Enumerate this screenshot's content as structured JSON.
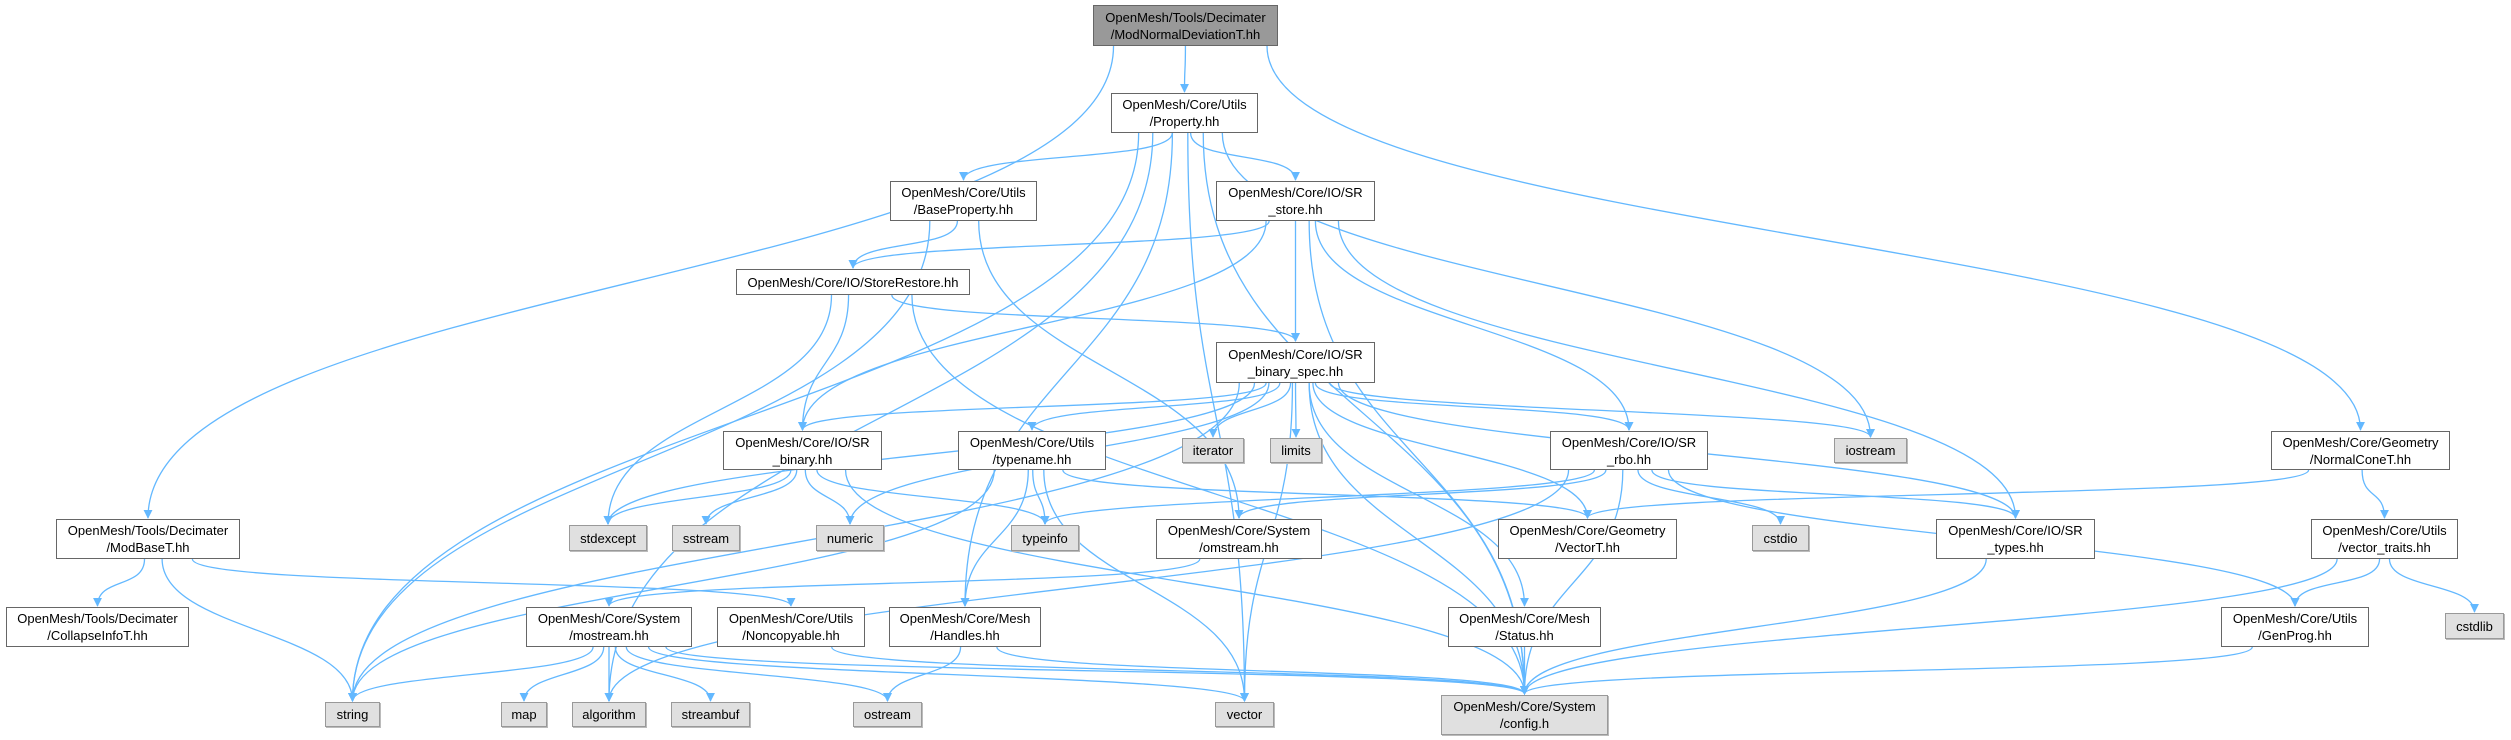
{
  "colors": {
    "edge": "#63b8ff",
    "root_fill": "#999999",
    "system_fill": "#e0e0e0",
    "node_fill": "#ffffff"
  },
  "nodes": [
    {
      "id": "root",
      "kind": "root",
      "lines": [
        "OpenMesh/Tools/Decimater",
        "/ModNormalDeviationT.hh"
      ]
    },
    {
      "id": "property",
      "kind": "file",
      "lines": [
        "OpenMesh/Core/Utils",
        "/Property.hh"
      ]
    },
    {
      "id": "baseproperty",
      "kind": "file",
      "lines": [
        "OpenMesh/Core/Utils",
        "/BaseProperty.hh"
      ]
    },
    {
      "id": "sr_store",
      "kind": "file",
      "lines": [
        "OpenMesh/Core/IO/SR",
        "_store.hh"
      ]
    },
    {
      "id": "storerestore",
      "kind": "file",
      "lines": [
        "OpenMesh/Core/IO/StoreRestore.hh"
      ]
    },
    {
      "id": "sr_binary_spec",
      "kind": "file",
      "lines": [
        "OpenMesh/Core/IO/SR",
        "_binary_spec.hh"
      ]
    },
    {
      "id": "sr_binary",
      "kind": "file",
      "lines": [
        "OpenMesh/Core/IO/SR",
        "_binary.hh"
      ]
    },
    {
      "id": "typename",
      "kind": "file",
      "lines": [
        "OpenMesh/Core/Utils",
        "/typename.hh"
      ]
    },
    {
      "id": "iterator",
      "kind": "sys",
      "lines": [
        "iterator"
      ]
    },
    {
      "id": "limits",
      "kind": "sys",
      "lines": [
        "limits"
      ]
    },
    {
      "id": "sr_rbo",
      "kind": "file",
      "lines": [
        "OpenMesh/Core/IO/SR",
        "_rbo.hh"
      ]
    },
    {
      "id": "iostream",
      "kind": "sys",
      "lines": [
        "iostream"
      ]
    },
    {
      "id": "normalcone",
      "kind": "file",
      "lines": [
        "OpenMesh/Core/Geometry",
        "/NormalConeT.hh"
      ]
    },
    {
      "id": "modbase",
      "kind": "file",
      "lines": [
        "OpenMesh/Tools/Decimater",
        "/ModBaseT.hh"
      ]
    },
    {
      "id": "stdexcept",
      "kind": "sys",
      "lines": [
        "stdexcept"
      ]
    },
    {
      "id": "sstream",
      "kind": "sys",
      "lines": [
        "sstream"
      ]
    },
    {
      "id": "numeric",
      "kind": "sys",
      "lines": [
        "numeric"
      ]
    },
    {
      "id": "typeinfo",
      "kind": "sys",
      "lines": [
        "typeinfo"
      ]
    },
    {
      "id": "omstream",
      "kind": "file",
      "lines": [
        "OpenMesh/Core/System",
        "/omstream.hh"
      ]
    },
    {
      "id": "vectort",
      "kind": "file",
      "lines": [
        "OpenMesh/Core/Geometry",
        "/VectorT.hh"
      ]
    },
    {
      "id": "cstdio",
      "kind": "sys",
      "lines": [
        "cstdio"
      ]
    },
    {
      "id": "sr_types",
      "kind": "file",
      "lines": [
        "OpenMesh/Core/IO/SR",
        "_types.hh"
      ]
    },
    {
      "id": "vector_traits",
      "kind": "file",
      "lines": [
        "OpenMesh/Core/Utils",
        "/vector_traits.hh"
      ]
    },
    {
      "id": "collapseinfo",
      "kind": "file",
      "lines": [
        "OpenMesh/Tools/Decimater",
        "/CollapseInfoT.hh"
      ]
    },
    {
      "id": "mostream",
      "kind": "file",
      "lines": [
        "OpenMesh/Core/System",
        "/mostream.hh"
      ]
    },
    {
      "id": "noncopyable",
      "kind": "file",
      "lines": [
        "OpenMesh/Core/Utils",
        "/Noncopyable.hh"
      ]
    },
    {
      "id": "handles",
      "kind": "file",
      "lines": [
        "OpenMesh/Core/Mesh",
        "/Handles.hh"
      ]
    },
    {
      "id": "status",
      "kind": "file",
      "lines": [
        "OpenMesh/Core/Mesh",
        "/Status.hh"
      ]
    },
    {
      "id": "genprog",
      "kind": "file",
      "lines": [
        "OpenMesh/Core/Utils",
        "/GenProg.hh"
      ]
    },
    {
      "id": "cstdlib",
      "kind": "sys",
      "lines": [
        "cstdlib"
      ]
    },
    {
      "id": "string",
      "kind": "sys",
      "lines": [
        "string"
      ]
    },
    {
      "id": "map",
      "kind": "sys",
      "lines": [
        "map"
      ]
    },
    {
      "id": "algorithm",
      "kind": "sys",
      "lines": [
        "algorithm"
      ]
    },
    {
      "id": "streambuf",
      "kind": "sys",
      "lines": [
        "streambuf"
      ]
    },
    {
      "id": "ostream",
      "kind": "sys",
      "lines": [
        "ostream"
      ]
    },
    {
      "id": "vector",
      "kind": "sys",
      "lines": [
        "vector"
      ]
    },
    {
      "id": "config",
      "kind": "sys",
      "lines": [
        "OpenMesh/Core/System",
        "/config.h"
      ]
    }
  ],
  "edges": [
    [
      "root",
      "property"
    ],
    [
      "root",
      "modbase"
    ],
    [
      "root",
      "normalcone"
    ],
    [
      "property",
      "baseproperty"
    ],
    [
      "property",
      "sr_store"
    ],
    [
      "property",
      "string"
    ],
    [
      "property",
      "algorithm"
    ],
    [
      "property",
      "handles"
    ],
    [
      "property",
      "iostream"
    ],
    [
      "property",
      "vector"
    ],
    [
      "property",
      "config"
    ],
    [
      "baseproperty",
      "storerestore"
    ],
    [
      "baseproperty",
      "string"
    ],
    [
      "baseproperty",
      "omstream"
    ],
    [
      "sr_store",
      "storerestore"
    ],
    [
      "sr_store",
      "sr_binary_spec"
    ],
    [
      "sr_store",
      "sr_binary"
    ],
    [
      "sr_store",
      "sr_rbo"
    ],
    [
      "sr_store",
      "sr_types"
    ],
    [
      "sr_store",
      "config"
    ],
    [
      "storerestore",
      "sr_binary_spec"
    ],
    [
      "storerestore",
      "sr_binary"
    ],
    [
      "storerestore",
      "stdexcept"
    ],
    [
      "storerestore",
      "config"
    ],
    [
      "sr_binary_spec",
      "sr_binary"
    ],
    [
      "sr_binary_spec",
      "typename"
    ],
    [
      "sr_binary_spec",
      "iterator"
    ],
    [
      "sr_binary_spec",
      "limits"
    ],
    [
      "sr_binary_spec",
      "iostream"
    ],
    [
      "sr_binary_spec",
      "sr_rbo"
    ],
    [
      "sr_binary_spec",
      "vectort"
    ],
    [
      "sr_binary_spec",
      "status"
    ],
    [
      "sr_binary_spec",
      "config"
    ],
    [
      "sr_binary_spec",
      "vector"
    ],
    [
      "sr_binary_spec",
      "string"
    ],
    [
      "sr_binary_spec",
      "stdexcept"
    ],
    [
      "sr_binary_spec",
      "numeric"
    ],
    [
      "sr_binary_spec",
      "sr_types"
    ],
    [
      "sr_binary",
      "stdexcept"
    ],
    [
      "sr_binary",
      "sstream"
    ],
    [
      "sr_binary",
      "numeric"
    ],
    [
      "sr_binary",
      "typeinfo"
    ],
    [
      "sr_binary",
      "config"
    ],
    [
      "typename",
      "typeinfo"
    ],
    [
      "typename",
      "handles"
    ],
    [
      "typename",
      "vector"
    ],
    [
      "typename",
      "string"
    ],
    [
      "typename",
      "vectort"
    ],
    [
      "sr_rbo",
      "typeinfo"
    ],
    [
      "sr_rbo",
      "omstream"
    ],
    [
      "sr_rbo",
      "cstdio"
    ],
    [
      "sr_rbo",
      "sr_types"
    ],
    [
      "sr_rbo",
      "genprog"
    ],
    [
      "sr_rbo",
      "config"
    ],
    [
      "sr_rbo",
      "algorithm"
    ],
    [
      "omstream",
      "mostream"
    ],
    [
      "modbase",
      "collapseinfo"
    ],
    [
      "modbase",
      "string"
    ],
    [
      "modbase",
      "noncopyable"
    ],
    [
      "normalcone",
      "vectort"
    ],
    [
      "normalcone",
      "vector_traits"
    ],
    [
      "vector_traits",
      "genprog"
    ],
    [
      "vector_traits",
      "cstdlib"
    ],
    [
      "vector_traits",
      "config"
    ],
    [
      "mostream",
      "string"
    ],
    [
      "mostream",
      "map"
    ],
    [
      "mostream",
      "algorithm"
    ],
    [
      "mostream",
      "streambuf"
    ],
    [
      "mostream",
      "ostream"
    ],
    [
      "mostream",
      "vector"
    ],
    [
      "mostream",
      "config"
    ],
    [
      "noncopyable",
      "config"
    ],
    [
      "handles",
      "ostream"
    ],
    [
      "handles",
      "config"
    ],
    [
      "status",
      "config"
    ],
    [
      "sr_types",
      "config"
    ],
    [
      "genprog",
      "config"
    ]
  ]
}
